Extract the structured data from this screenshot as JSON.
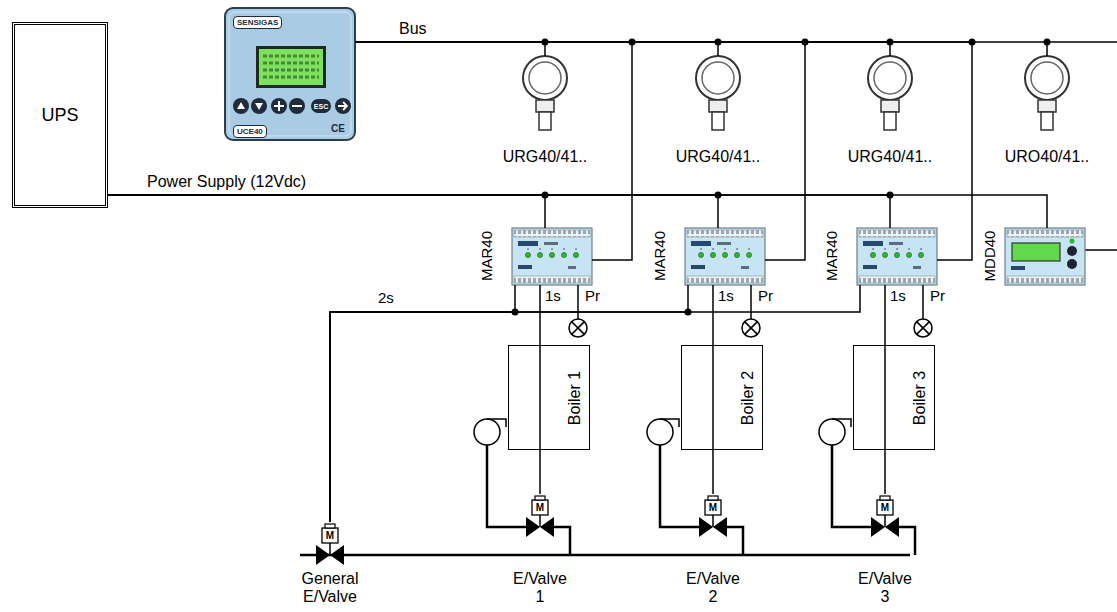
{
  "diagram": {
    "nodes": [
      {
        "text": [
          "UPS"
        ]
      },
      {
        "text": [
          "SENSIGAS",
          "ESC",
          "UCE40",
          "CE"
        ]
      },
      {
        "text": [
          "URG40/41.."
        ]
      },
      {
        "text": [
          "URG40/41.."
        ]
      },
      {
        "text": [
          "URG40/41.."
        ]
      },
      {
        "text": [
          "URO40/41.."
        ]
      },
      {
        "text": [
          "MAR40"
        ]
      },
      {
        "text": [
          "MAR40"
        ]
      },
      {
        "text": [
          "MAR40"
        ]
      },
      {
        "text": [
          "MDD40"
        ]
      },
      {
        "text": [
          "Boiler 1"
        ]
      },
      {
        "text": [
          "Boiler 2"
        ]
      },
      {
        "text": [
          "Boiler 3"
        ]
      },
      {
        "text": [
          "General E/Valve"
        ]
      },
      {
        "text": [
          "E/Valve 1"
        ]
      },
      {
        "text": [
          "E/Valve 2"
        ]
      },
      {
        "text": [
          "E/Valve 3"
        ]
      }
    ],
    "edges": [
      {
        "from": 1,
        "to": 2,
        "arrow": "none"
      },
      {
        "from": 1,
        "to": 3,
        "arrow": "none"
      },
      {
        "from": 1,
        "to": 4,
        "arrow": "none"
      },
      {
        "from": 1,
        "to": 5,
        "arrow": "none"
      },
      {
        "from": 1,
        "to": 6,
        "arrow": "none"
      },
      {
        "from": 1,
        "to": 7,
        "arrow": "none"
      },
      {
        "from": 1,
        "to": 8,
        "arrow": "none"
      },
      {
        "from": 0,
        "to": 6,
        "arrow": "none"
      },
      {
        "from": 0,
        "to": 7,
        "arrow": "none"
      },
      {
        "from": 0,
        "to": 8,
        "arrow": "none"
      },
      {
        "from": 0,
        "to": 9,
        "arrow": "none"
      },
      {
        "from": 6,
        "to": 14,
        "arrow": "none"
      },
      {
        "from": 7,
        "to": 15,
        "arrow": "none"
      },
      {
        "from": 8,
        "to": 16,
        "arrow": "none"
      },
      {
        "from": 6,
        "to": 13,
        "arrow": "none"
      },
      {
        "from": 7,
        "to": 13,
        "arrow": "none"
      },
      {
        "from": 8,
        "to": 13,
        "arrow": "none"
      }
    ],
    "labels": [
      "Bus",
      "Power Supply (12Vdc)",
      "1s",
      "Pr",
      "1s",
      "Pr",
      "1s",
      "Pr",
      "2s",
      "M",
      "M",
      "M",
      "M"
    ]
  }
}
